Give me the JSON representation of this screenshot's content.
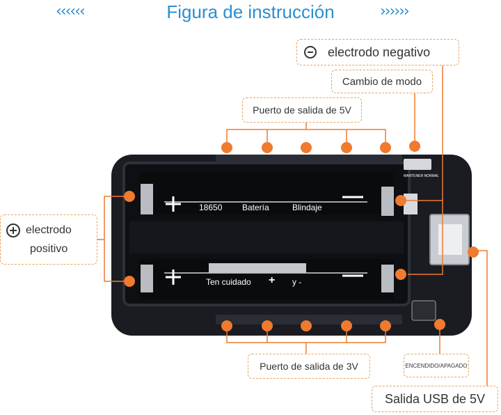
{
  "title": "Figura de instrucción",
  "decor": {
    "left_chevrons": "‹‹‹‹‹‹",
    "right_chevrons": "››››››"
  },
  "labels": {
    "negative_electrode": "electrodo negativo",
    "mode_change": "Cambio de modo",
    "output_5v": "Puerto de salida de 5V",
    "positive_electrode_line1": "electrodo",
    "positive_electrode_line2": "positivo",
    "output_3v": "Puerto de salida de 3V",
    "power_switch": "ENCENDIDO/APAGADO",
    "usb_output": "Salida USB de 5V"
  },
  "board_text": {
    "cell_type": "18650",
    "battery": "Batería",
    "shield": "Blindaje",
    "careful": "Ten cuidado",
    "and_minus": "y -",
    "plus_sign": "+",
    "mode_silk": "MANTENER  NORMAL"
  },
  "colors": {
    "accent": "#2a8fd0",
    "callout": "#f07a2e",
    "dash": "#e8a25c",
    "board": "#1a1c22",
    "holder": "#0e0f12",
    "silk": "#ffffff"
  },
  "icons": {
    "minus": "circle-minus-icon",
    "plus": "circle-plus-icon"
  }
}
